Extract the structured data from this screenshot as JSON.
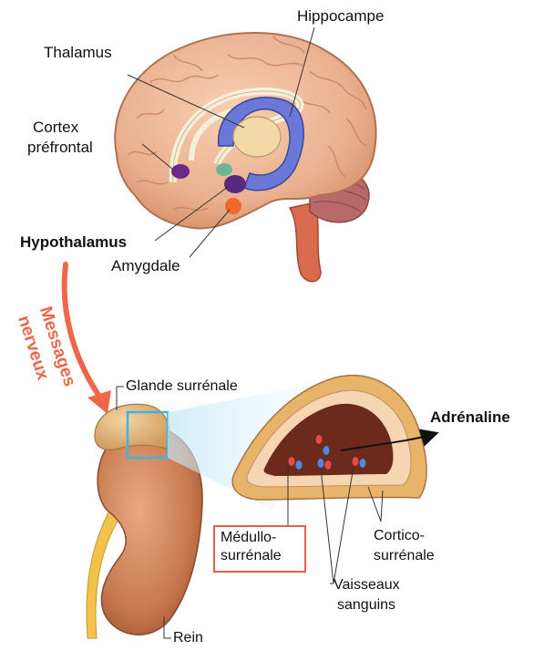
{
  "brain": {
    "labels": {
      "hippocampe": "Hippocampe",
      "thalamus": "Thalamus",
      "cortex_line1": "Cortex",
      "cortex_line2": "préfrontal",
      "hypothalamus": "Hypothalamus",
      "amygdale": "Amygdale"
    }
  },
  "messages": {
    "line1": "Messages",
    "line2": "nerveux",
    "color": "#f0664a"
  },
  "kidney": {
    "labels": {
      "glande": "Glande surrénale",
      "adrenaline": "Adrénaline",
      "medullo_line1": "Médullo-",
      "medullo_line2": "surrénale",
      "cortico_line1": "Cortico-",
      "cortico_line2": "surrénale",
      "vaisseaux_line1": "Vaisseaux",
      "vaisseaux_line2": "sanguins",
      "rein": "Rein"
    }
  },
  "colors": {
    "brain": "#eab08f",
    "hippocampus": "#6a78d8",
    "kidney": "#c8784e",
    "medulla": "#6b2a1c",
    "highlight_box": "#3fb4e2",
    "label_box": "#e8604c"
  }
}
